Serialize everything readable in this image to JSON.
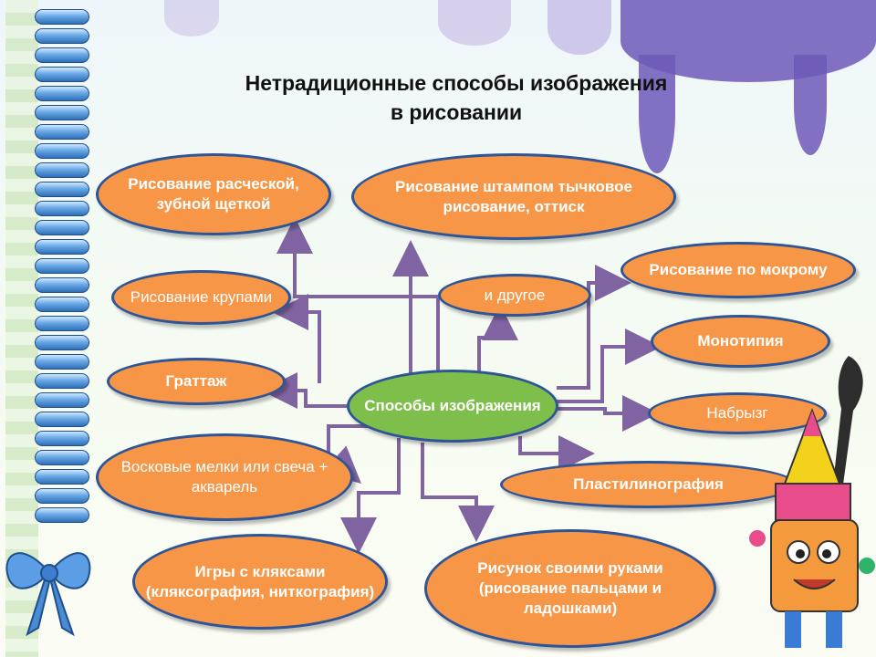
{
  "title": {
    "line1": "Нетрадиционные способы изображения",
    "line2": "в рисовании"
  },
  "center": "Способы изображения",
  "nodes": {
    "comb": "Рисование расческой, зубной щеткой",
    "stamp": "Рисование штампом тычковое рисование, оттиск",
    "wet": "Рисование по мокрому",
    "cereal": "Рисование крупами",
    "other": "и другое",
    "monotype": "Монотипия",
    "grattage": "Граттаж",
    "splatter": "Набрызг",
    "wax": "Восковые мелки или свеча + акварель",
    "plasticine": "Пластилинография",
    "blots": "Игры с кляксами (кляксография, ниткография)",
    "hands": "Рисунок своими руками (рисование пальцами и ладошками)"
  },
  "colors": {
    "node_fill": "#f79646",
    "node_border": "#2f5597",
    "center_fill": "#7dbf4a",
    "arrow": "#8064a2"
  },
  "icons": [
    "ribbon-bow",
    "paint-drips",
    "pencil-character"
  ]
}
